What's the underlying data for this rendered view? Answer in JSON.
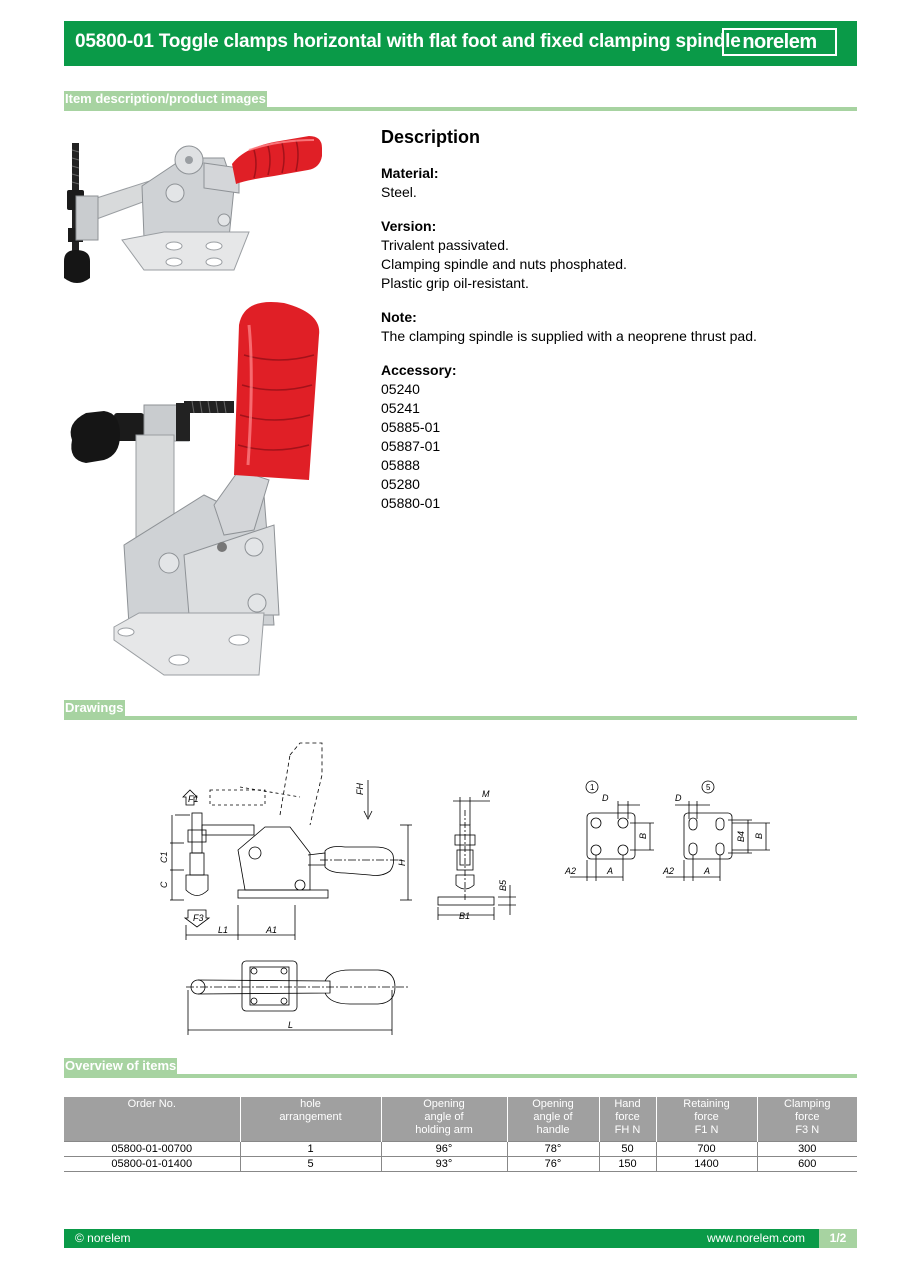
{
  "header": {
    "title": "05800-01 Toggle clamps horizontal with flat foot and fixed clamping spindle",
    "logo": "norelem"
  },
  "sections": {
    "item_description": "Item description/product images",
    "drawings": "Drawings",
    "overview": "Overview of items"
  },
  "description": {
    "title": "Description",
    "material_label": "Material:",
    "material": "Steel.",
    "version_label": "Version:",
    "version_lines": [
      "Trivalent passivated.",
      "Clamping spindle and nuts phosphated.",
      "Plastic grip oil-resistant."
    ],
    "note_label": "Note:",
    "note": "The clamping spindle is supplied with a neoprene thrust pad.",
    "accessory_label": "Accessory:",
    "accessories": [
      "05240",
      "05241",
      "05885-01",
      "05887-01",
      "05888",
      "05280",
      "05880-01"
    ]
  },
  "drawing_labels": {
    "F1": "F1",
    "F3": "F3",
    "FH": "FH",
    "C1": "C1",
    "C": "C",
    "H": "H",
    "L1": "L1",
    "A1": "A1",
    "L": "L",
    "M": "M",
    "B5": "B5",
    "B1": "B1",
    "hole1_marker": "1",
    "hole5_marker": "5",
    "D": "D",
    "B": "B",
    "A": "A",
    "A2": "A2",
    "B4": "B4"
  },
  "table": {
    "headers": [
      [
        "Order No."
      ],
      [
        "hole",
        "arrangement"
      ],
      [
        "Opening",
        "angle of",
        "holding arm"
      ],
      [
        "Opening",
        "angle of",
        "handle"
      ],
      [
        "Hand",
        "force",
        "FH N"
      ],
      [
        "Retaining",
        "force",
        "F1 N"
      ],
      [
        "Clamping",
        "force",
        "F3 N"
      ]
    ],
    "rows": [
      [
        "05800-01-00700",
        "1",
        "96°",
        "78°",
        "50",
        "700",
        "300"
      ],
      [
        "05800-01-01400",
        "5",
        "93°",
        "76°",
        "150",
        "1400",
        "600"
      ]
    ]
  },
  "footer": {
    "copyright": "© norelem",
    "website": "www.norelem.com",
    "page": "1/2"
  },
  "colors": {
    "brand_green": "#0a9a48",
    "light_green": "#a7d3a1",
    "grip_red": "#e01f26",
    "table_header_gray": "#a0a0a0"
  }
}
